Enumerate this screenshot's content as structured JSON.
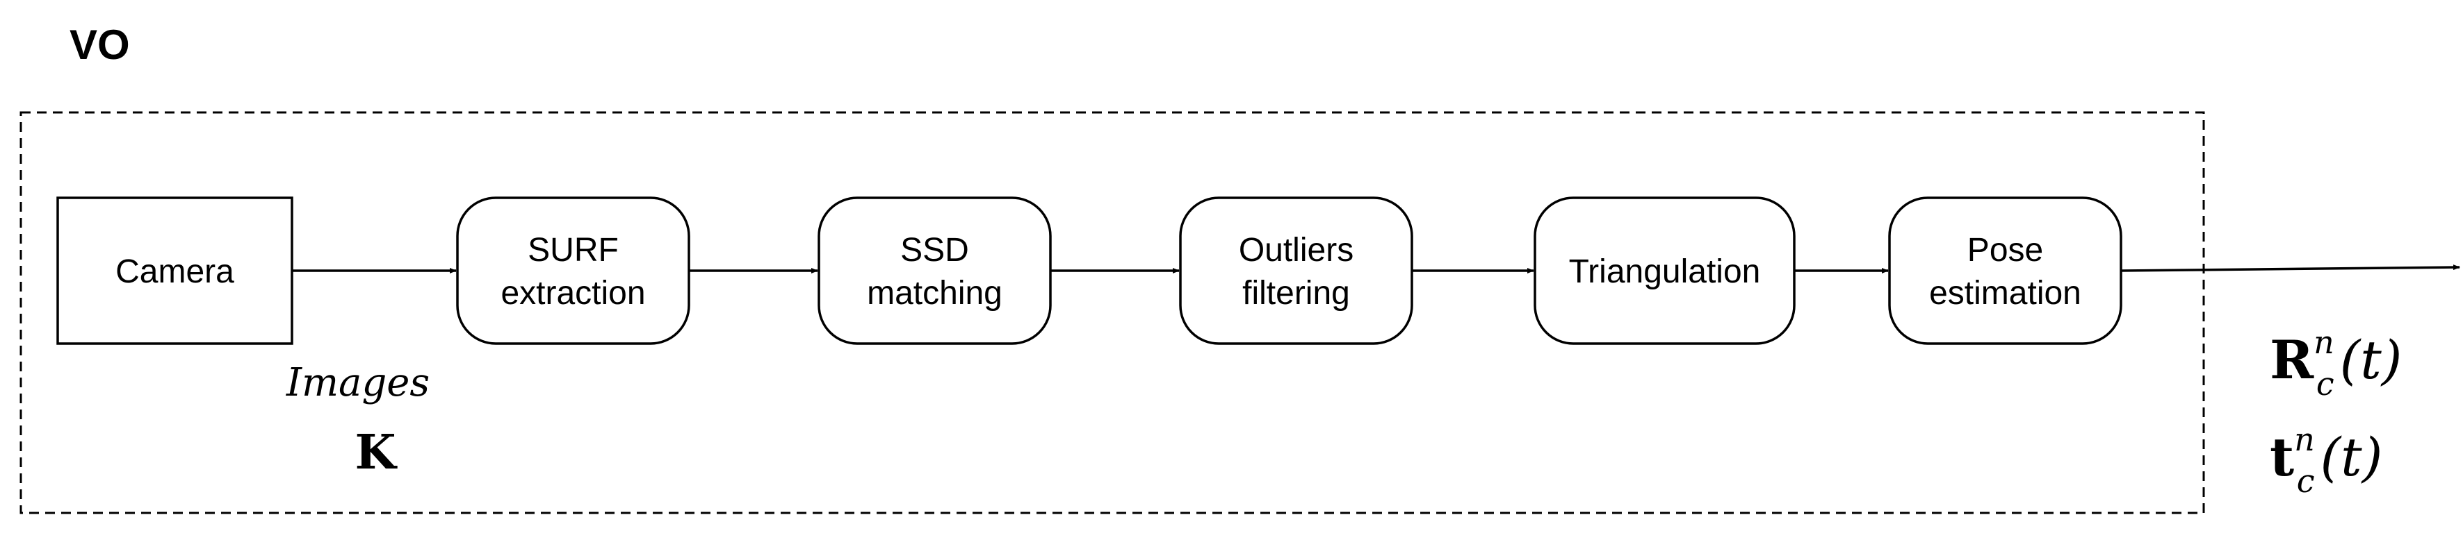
{
  "diagram": {
    "title": "VO",
    "nodes": [
      {
        "id": "camera",
        "lines": [
          "Camera"
        ],
        "shape": "rect"
      },
      {
        "id": "surf",
        "lines": [
          "SURF",
          "extraction"
        ],
        "shape": "rounded"
      },
      {
        "id": "ssd",
        "lines": [
          "SSD",
          "matching"
        ],
        "shape": "rounded"
      },
      {
        "id": "outliers",
        "lines": [
          "Outliers",
          "filtering"
        ],
        "shape": "rounded"
      },
      {
        "id": "triangulation",
        "lines": [
          "Triangulation"
        ],
        "shape": "rounded"
      },
      {
        "id": "pose",
        "lines": [
          "Pose",
          "estimation"
        ],
        "shape": "rounded"
      }
    ],
    "edges": [
      {
        "from": "camera",
        "to": "surf"
      },
      {
        "from": "surf",
        "to": "ssd"
      },
      {
        "from": "ssd",
        "to": "outliers"
      },
      {
        "from": "outliers",
        "to": "triangulation"
      },
      {
        "from": "triangulation",
        "to": "pose"
      },
      {
        "from": "pose",
        "to": "output"
      }
    ],
    "inputs": {
      "images": "Images",
      "intrinsics": "K"
    },
    "outputs": {
      "rotation": {
        "base": "R",
        "sub": "c",
        "sup": "n",
        "arg": "(t)"
      },
      "translation": {
        "base": "t",
        "sub": "c",
        "sup": "n",
        "arg": "(t)"
      }
    }
  }
}
